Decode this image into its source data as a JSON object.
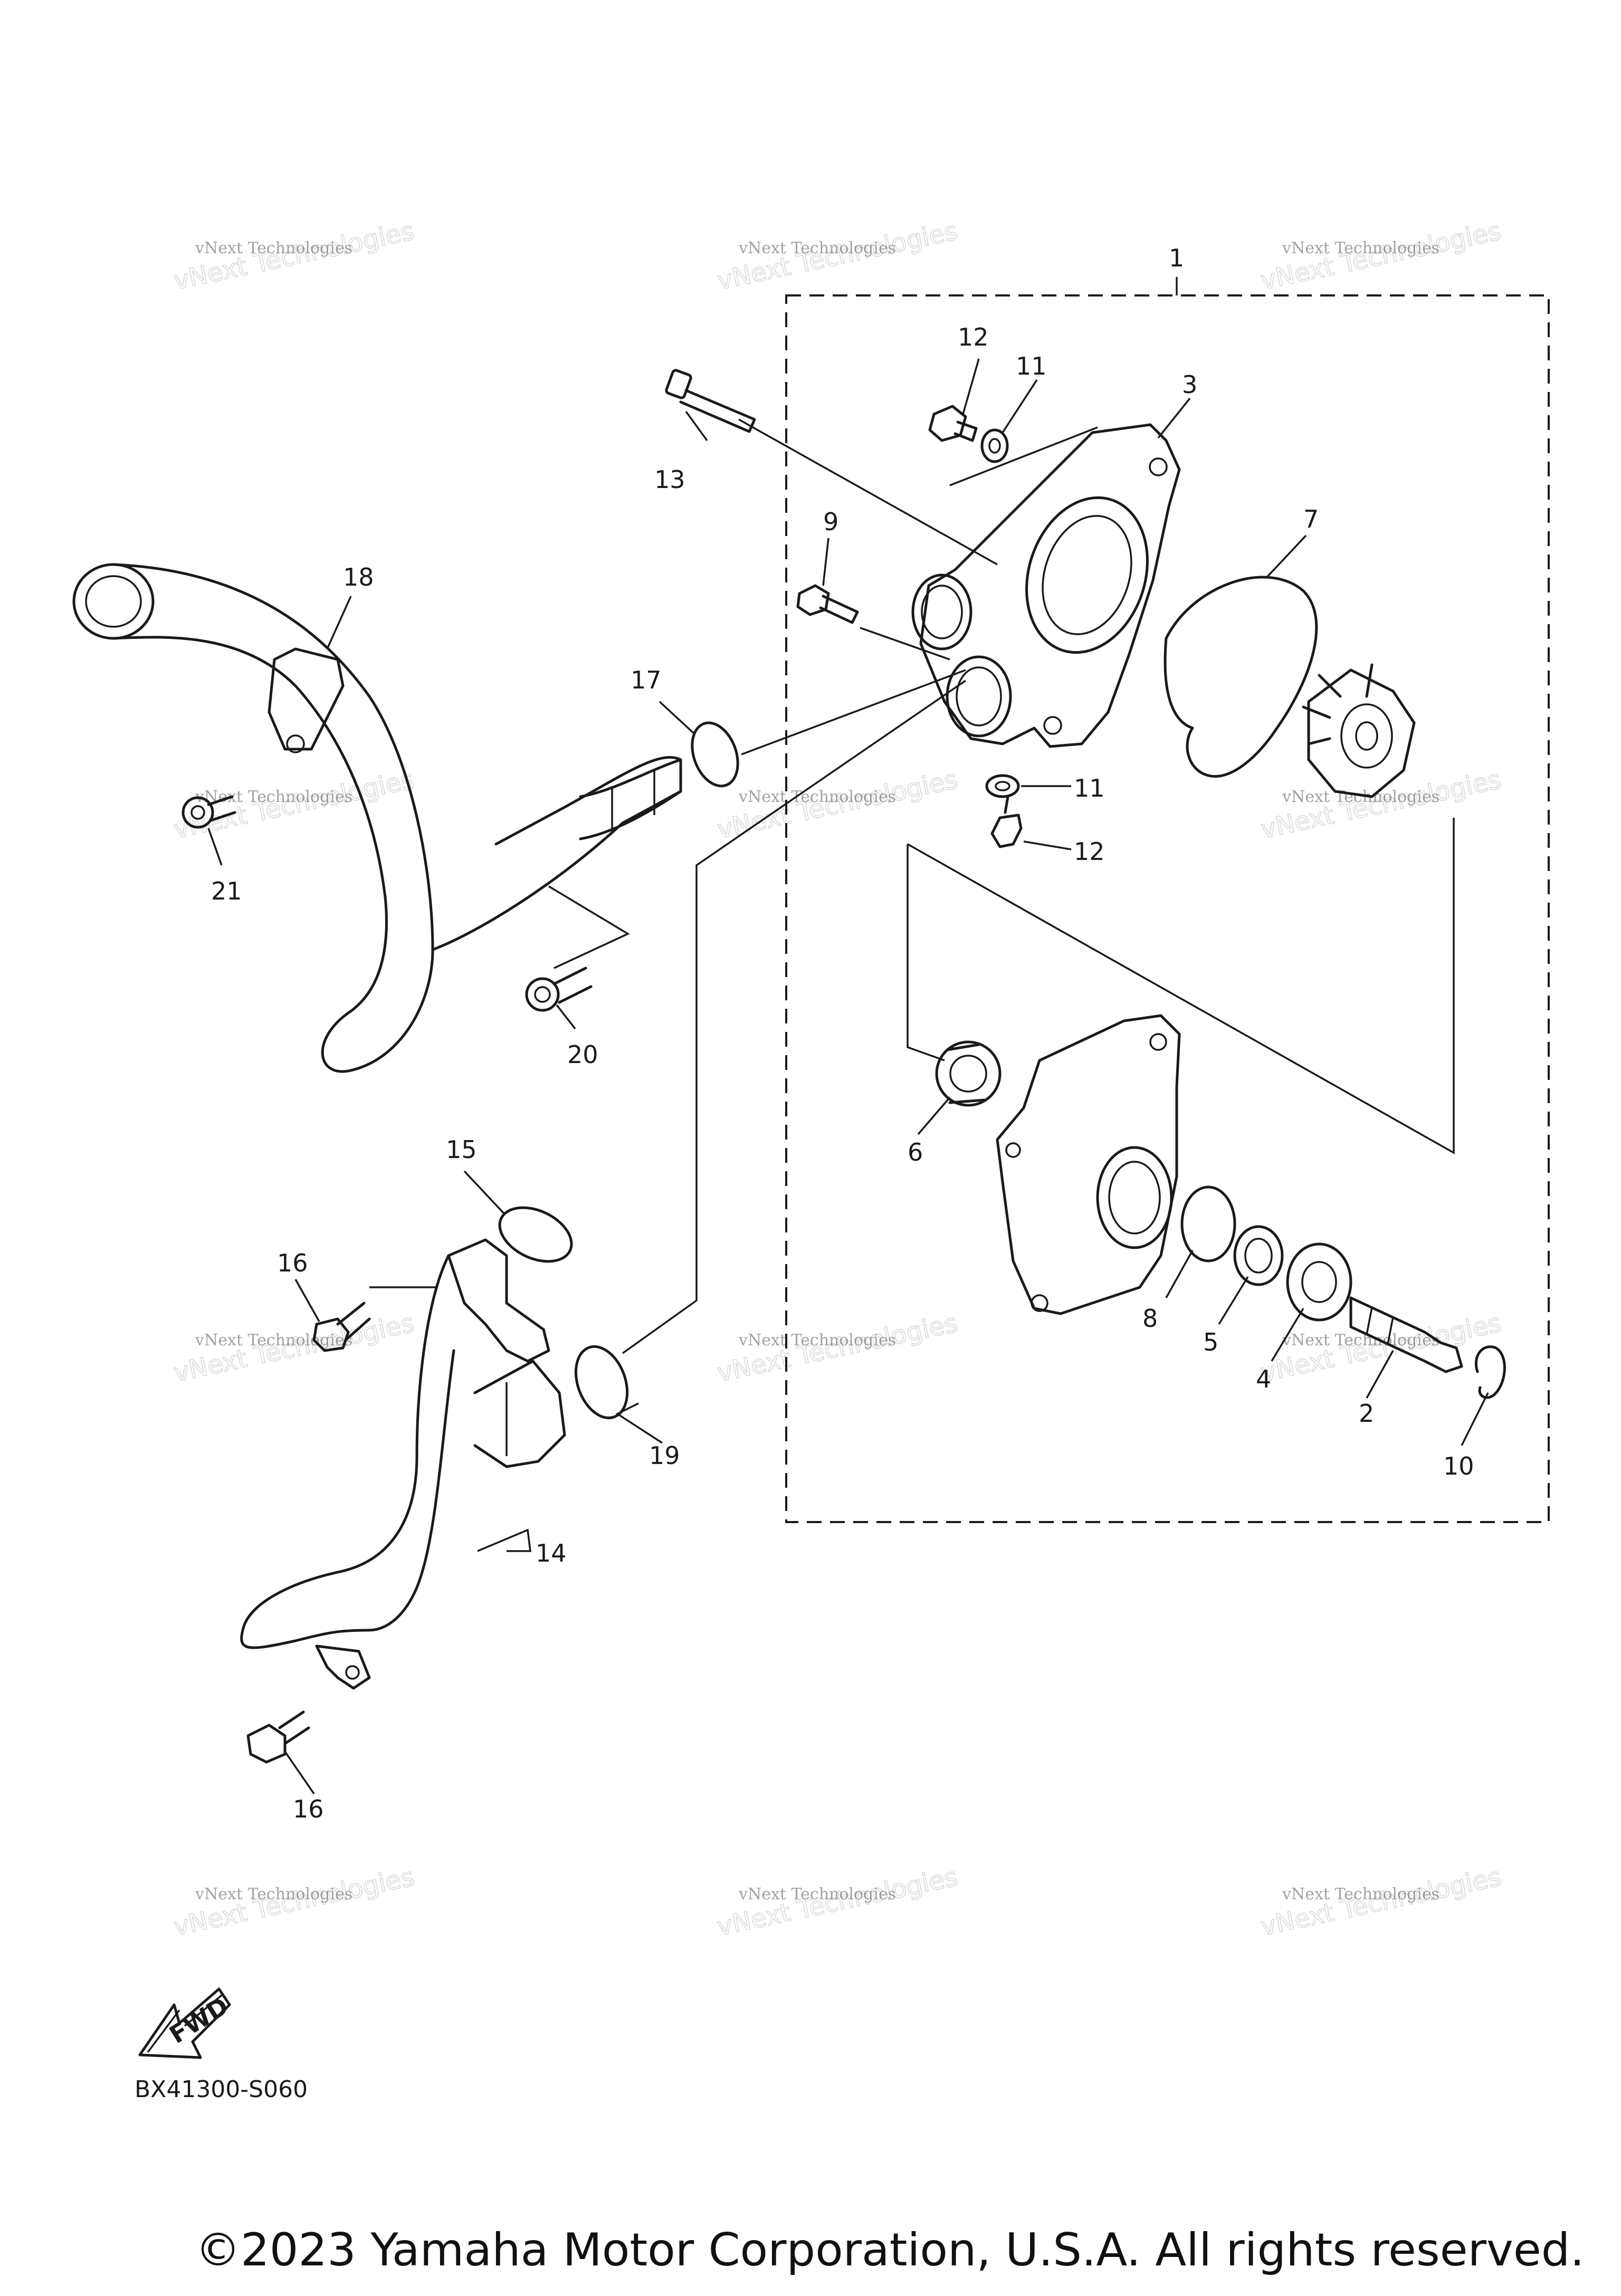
{
  "diagram": {
    "callouts": [
      "1",
      "2",
      "3",
      "4",
      "5",
      "6",
      "7",
      "8",
      "9",
      "10",
      "11",
      "11",
      "12",
      "12",
      "13",
      "14",
      "15",
      "16",
      "16",
      "17",
      "18",
      "19",
      "20",
      "21"
    ],
    "fwd_label": "FWD",
    "watermark_line1": "vNext Technologies",
    "watermark_line2": "vNext Technologies",
    "drawing_code": "BX41300-S060",
    "copyright": "©2023 Yamaha Motor Corporation, U.S.A. All rights reserved."
  }
}
